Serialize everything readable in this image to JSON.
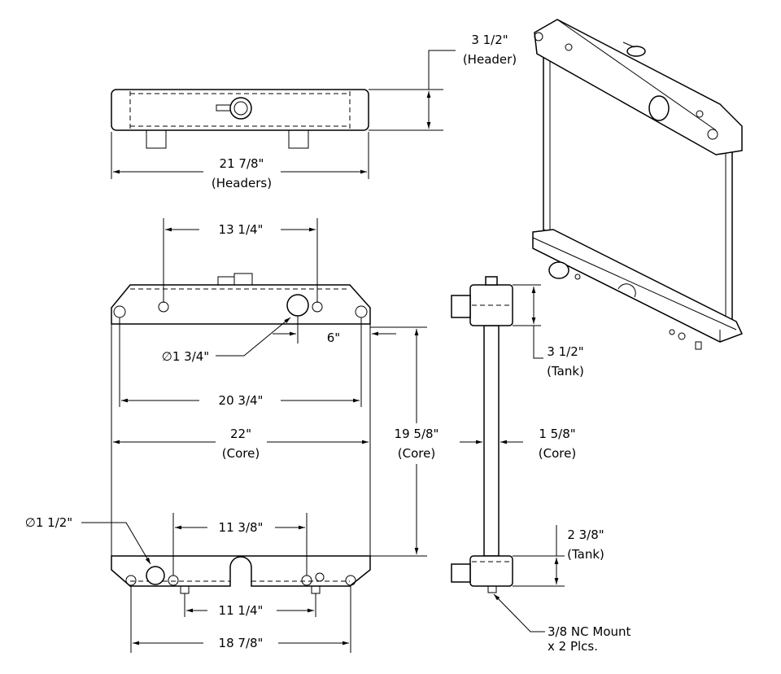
{
  "top_view": {
    "header_height": "3 1/2\"",
    "header_height_note": "(Header)",
    "header_width": "21 7/8\"",
    "header_width_note": "(Headers)"
  },
  "front_view": {
    "top_hole_spacing": "13 1/4\"",
    "inlet_diameter": "∅1 3/4\"",
    "inlet_offset": "6\"",
    "corner_spacing_top": "20 3/4\"",
    "core_width": "22\"",
    "core_width_note": "(Core)",
    "core_height": "19 5/8\"",
    "core_height_note": "(Core)",
    "outlet_diameter": "∅1 1/2\"",
    "bottom_hole_spacing": "11 3/8\"",
    "mount_spacing": "11 1/4\"",
    "corner_spacing_bottom": "18 7/8\""
  },
  "side_view": {
    "top_tank": "3 1/2\"",
    "top_tank_note": "(Tank)",
    "core_depth": "1 5/8\"",
    "core_depth_note": "(Core)",
    "bottom_tank": "2 3/8\"",
    "bottom_tank_note": "(Tank)",
    "mount_note_1": "3/8 NC Mount",
    "mount_note_2": "x 2 Plcs."
  }
}
